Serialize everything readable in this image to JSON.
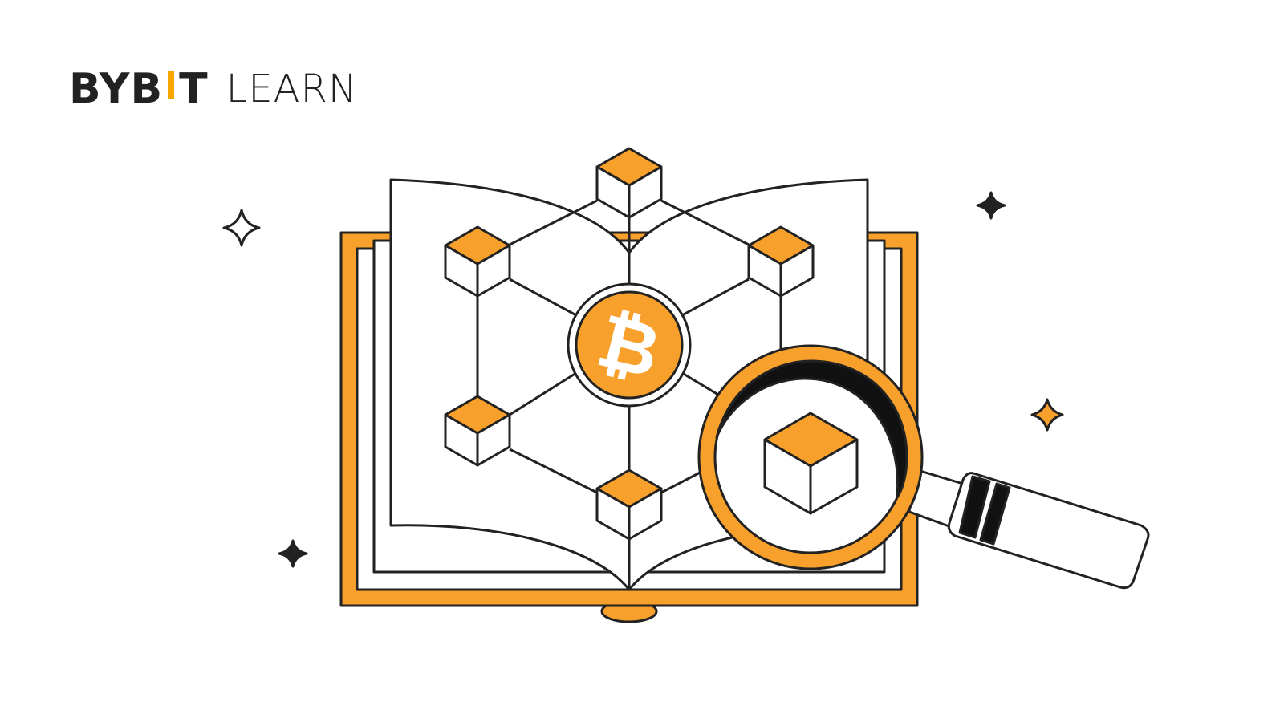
{
  "logo": {
    "brand_left": "BYB",
    "brand_right": "T",
    "product": "LEARN"
  },
  "colors": {
    "accent": "#f7a600",
    "orange": "#f7a02c",
    "ink": "#222222"
  },
  "illustration": {
    "icons": [
      "open-book",
      "bitcoin-coin",
      "blockchain-cubes",
      "magnifying-glass",
      "sparkle-stars"
    ]
  }
}
